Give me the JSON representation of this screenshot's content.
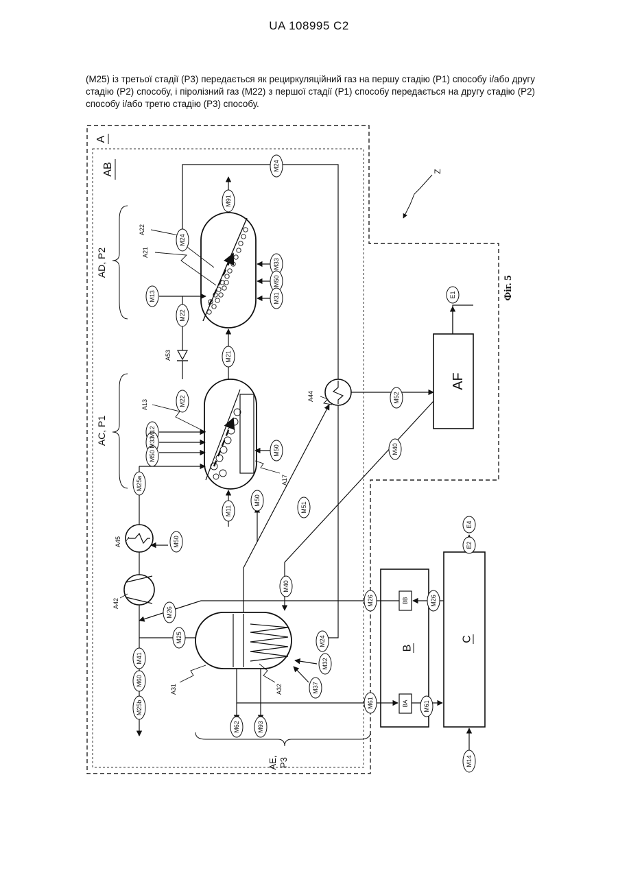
{
  "header": "UA   108995   C2",
  "paragraph": "(M25) із третьої стадії (P3) передається як рециркуляційний газ на першу стадію (P1) способу і/або другу стадію (P2) способу, і піролізний газ (M22) з першої стадії (P1) способу передається на другу стадію (P2) способу і/або третю стадію (P3) способу.",
  "figure": {
    "caption": "Фіг. 5",
    "system_labels": {
      "A": "A",
      "AB": "AB",
      "AD_P2": "AD, P2",
      "AC_P1": "AC, P1",
      "AE": "AE,",
      "P3": "P3",
      "AF": "AF",
      "B": "B",
      "C": "C",
      "BA": "BA",
      "BB": "BB",
      "Z": "Z"
    },
    "components": {
      "A22": "A22",
      "A21": "A21",
      "A13": "A13",
      "A17": "A17",
      "A53": "A53",
      "A44": "A44",
      "A45": "A45",
      "A42": "A42",
      "A31": "A31",
      "A32": "A32"
    },
    "streams": {
      "M24_top": "M24",
      "M91": "M91",
      "M24_p2": "M24",
      "M33_p2": "M33",
      "M50_p2": "M50",
      "M31": "M31",
      "M13": "M13",
      "M22_a": "M22",
      "M21": "M21",
      "M22_b": "M22",
      "M12": "M12",
      "M33_p1": "M33",
      "M50_p1a": "M50",
      "M25a": "M25a",
      "M50_p1b": "M50",
      "M11": "M11",
      "M50_out": "M50",
      "M51": "M51",
      "M52": "M52",
      "M40_a": "M40",
      "M40_b": "M40",
      "E1": "E1",
      "M50_heater": "M50",
      "M26_a": "M26",
      "M26_b": "M26",
      "M26_c": "M26",
      "M25": "M25",
      "M41": "M41",
      "M60": "M60",
      "M25b": "M25b",
      "M24_p3": "M24",
      "M32": "M32",
      "M37": "M37",
      "M61_a": "M61",
      "M61_b": "M61",
      "M62": "M62",
      "M93": "M93",
      "E2": "E2",
      "E4": "E4",
      "M14": "M14"
    }
  }
}
